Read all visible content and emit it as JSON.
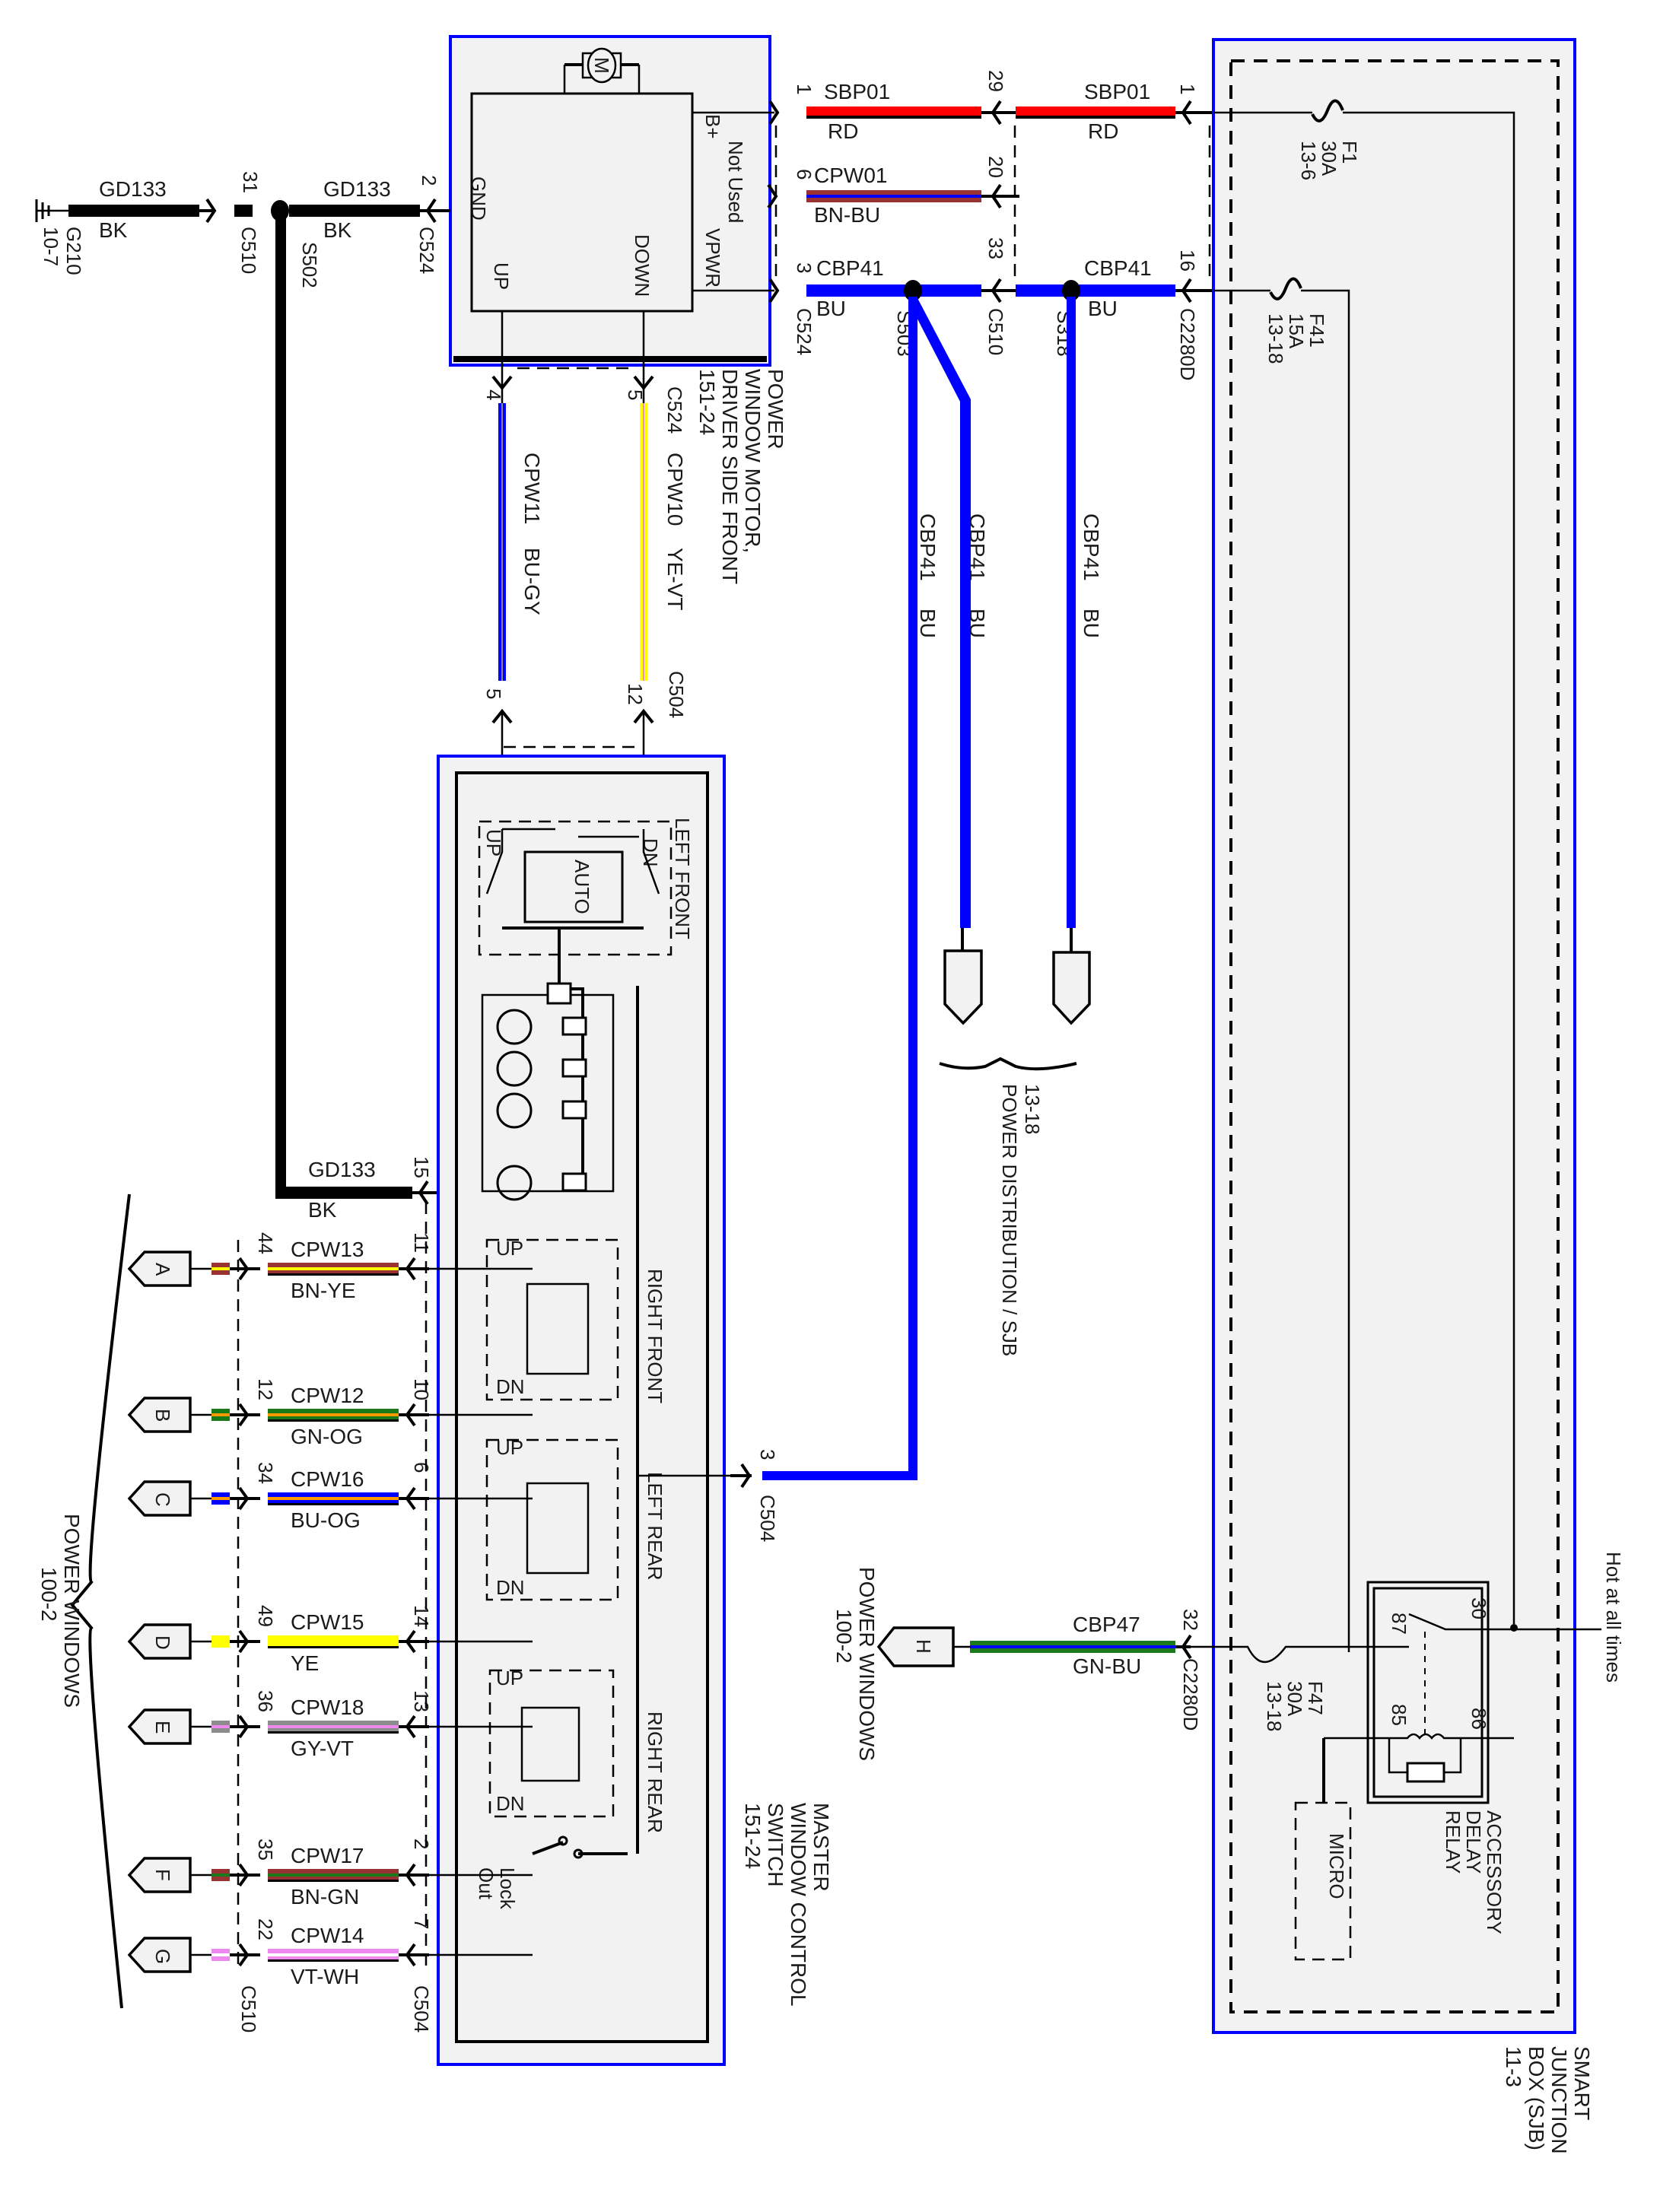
{
  "diagram": {
    "title": "Power Windows Wiring Diagram",
    "components": {
      "motor": {
        "name_lines": [
          "POWER",
          "WINDOW MOTOR,",
          "DRIVER SIDE FRONT",
          "151-24"
        ],
        "pins": {
          "b_plus": "B+",
          "not_used": "Not Used",
          "gnd": "GND",
          "vpwr": "VPWR",
          "up": "UP",
          "down": "DOWN"
        },
        "motor_symbol": "M"
      },
      "master_switch": {
        "name_lines": [
          "MASTER",
          "WINDOW CONTROL",
          "SWITCH",
          "151-24"
        ],
        "sections": [
          "LEFT FRONT",
          "RIGHT FRONT",
          "LEFT REAR",
          "RIGHT REAR"
        ],
        "up": "UP",
        "dn": "DN",
        "auto": "AUTO",
        "lockout_lines": [
          "Lock",
          "Out"
        ]
      },
      "sjb": {
        "name_lines": [
          "SMART",
          "JUNCTION",
          "BOX (SJB)",
          "11-3"
        ],
        "hot_label": "Hot at all times",
        "relay_lines": [
          "ACCESSORY",
          "DELAY",
          "RELAY"
        ],
        "relay_pins": [
          "30",
          "87",
          "85",
          "86"
        ],
        "micro": "MICRO"
      },
      "ground": {
        "name": "G210",
        "ref": "10-7"
      },
      "power_dist": {
        "ref": "13-18",
        "name": "POWER DISTRIBUTION / SJB"
      },
      "power_windows_left": {
        "name": "POWER WINDOWS",
        "ref": "100-2"
      },
      "power_windows_right": {
        "name": "POWER WINDOWS",
        "ref": "100-2"
      }
    },
    "fuses": [
      {
        "id": "F1",
        "rating": "30A",
        "ref": "13-6"
      },
      {
        "id": "F41",
        "rating": "15A",
        "ref": "13-18"
      },
      {
        "id": "F47",
        "rating": "30A",
        "ref": "13-18"
      }
    ],
    "splices": [
      "S502",
      "S503",
      "S318"
    ],
    "top_wires": {
      "ground": [
        {
          "circuit": "GD133",
          "color": "BK",
          "pin": "31",
          "connector": "C510"
        },
        {
          "circuit": "GD133",
          "color": "BK",
          "pin": "2",
          "connector": "C524"
        }
      ],
      "sbp01_a": {
        "circuit": "SBP01",
        "color": "RD",
        "pin_left": "1",
        "pin_right": "29"
      },
      "sbp01_b": {
        "circuit": "SBP01",
        "color": "RD",
        "pin_right": "1"
      },
      "cpw01": {
        "circuit": "CPW01",
        "color": "BN-BU",
        "pin_left": "6",
        "pin_right": "20"
      },
      "cbp41_a": {
        "circuit": "CBP41",
        "color": "BU",
        "pin_left": "3",
        "pin_right": "33",
        "conn_left": "C524",
        "conn_right": "C510"
      },
      "cbp41_b": {
        "circuit": "CBP41",
        "color": "BU",
        "pin_right": "16",
        "conn_right": "C2280D"
      }
    },
    "vertical_wires": {
      "cpw11": {
        "circuit": "CPW11",
        "color": "BU-GY",
        "pin_top": "4",
        "pin_bottom": "5"
      },
      "cpw10": {
        "circuit": "CPW10",
        "color": "YE-VT",
        "pin_top": "5",
        "pin_bottom": "12",
        "conn_top": "C524",
        "conn_bottom": "C504"
      },
      "cbp41_v": [
        {
          "circuit": "CBP41",
          "color": "BU"
        },
        {
          "circuit": "CBP41",
          "color": "BU"
        },
        {
          "circuit": "CBP41",
          "color": "BU"
        }
      ]
    },
    "gd133_switch": {
      "circuit": "GD133",
      "color": "BK",
      "pin": "15"
    },
    "c504_feed": {
      "pin": "3",
      "connector": "C504"
    },
    "switch_wires": [
      {
        "letter": "A",
        "circuit": "CPW13",
        "color": "BN-YE",
        "pin_c510": "44",
        "pin_c504": "11"
      },
      {
        "letter": "B",
        "circuit": "CPW12",
        "color": "GN-OG",
        "pin_c510": "12",
        "pin_c504": "10"
      },
      {
        "letter": "C",
        "circuit": "CPW16",
        "color": "BU-OG",
        "pin_c510": "34",
        "pin_c504": "6"
      },
      {
        "letter": "D",
        "circuit": "CPW15",
        "color": "YE",
        "pin_c510": "49",
        "pin_c504": "14"
      },
      {
        "letter": "E",
        "circuit": "CPW18",
        "color": "GY-VT",
        "pin_c510": "36",
        "pin_c504": "13"
      },
      {
        "letter": "F",
        "circuit": "CPW17",
        "color": "BN-GN",
        "pin_c510": "35",
        "pin_c504": "2"
      },
      {
        "letter": "G",
        "circuit": "CPW14",
        "color": "VT-WH",
        "pin_c510": "22",
        "pin_c504": "7"
      }
    ],
    "switch_conn_labels": {
      "left": "C510",
      "right": "C504"
    },
    "cbp47": {
      "letter": "H",
      "circuit": "CBP47",
      "color": "GN-BU",
      "pin": "32",
      "connector": "C2280D"
    },
    "wire_colors": {
      "BK": "#000000",
      "RD": "#ff0000",
      "BU": "#0000ff",
      "BN": "#993333",
      "YE": "#ffff00",
      "GN": "#1a7a1a",
      "OG": "#ff9900",
      "GY": "#8c8c8c",
      "VT": "#ee88ee",
      "WH": "#ffffff",
      "ENCLOSURE": "#0000ff",
      "FILL": "#f2f2f2"
    }
  }
}
